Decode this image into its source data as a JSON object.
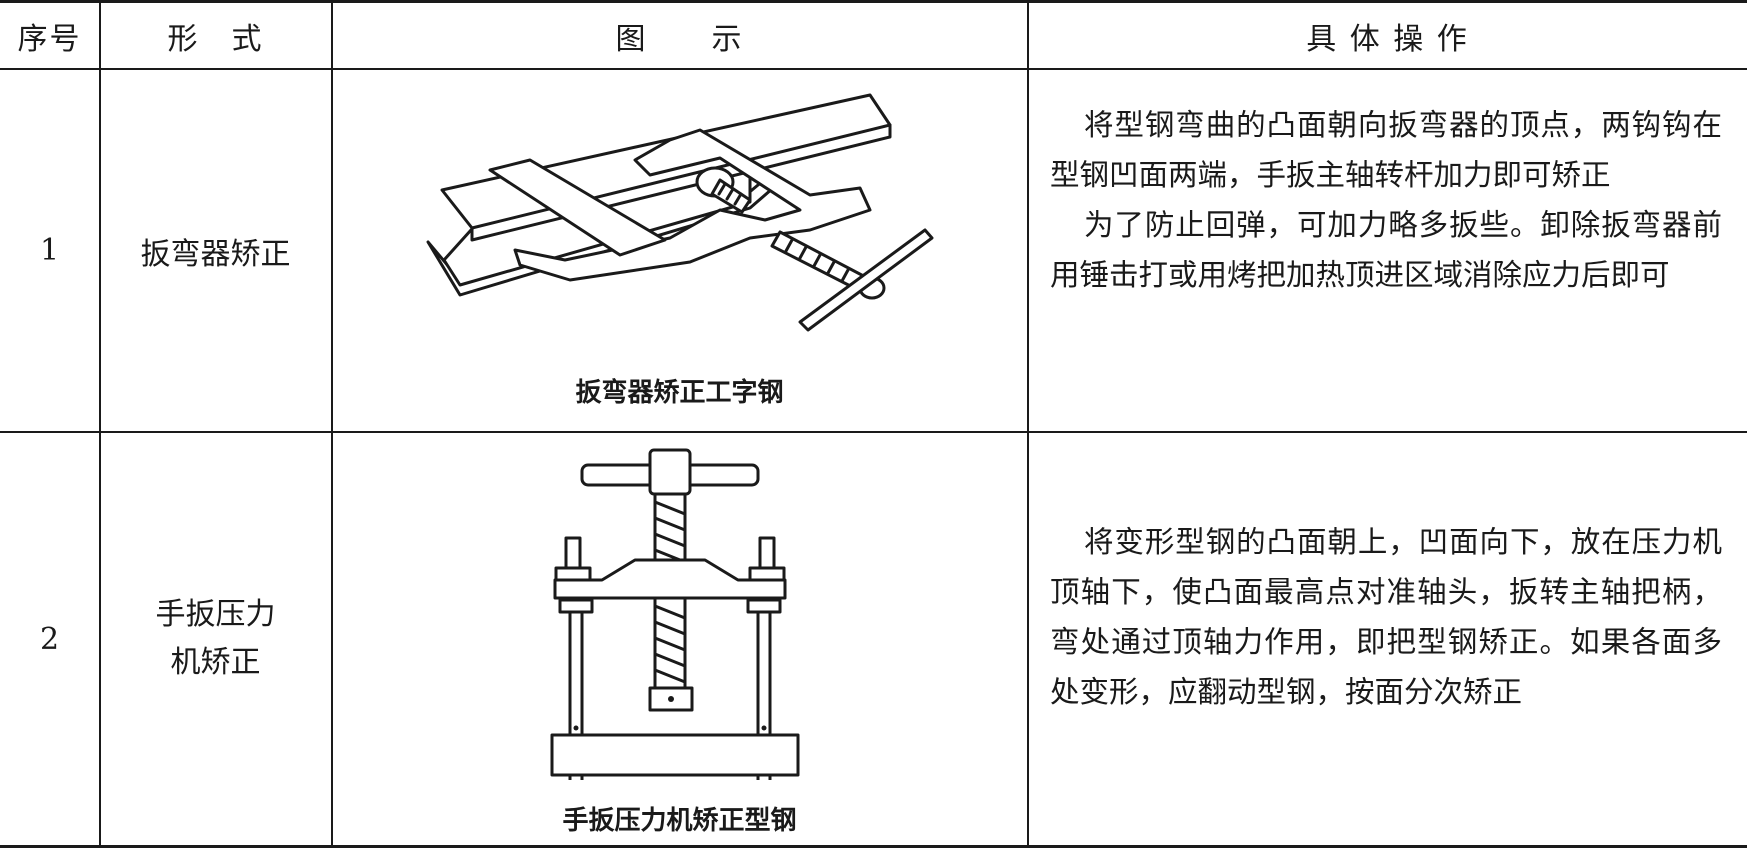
{
  "table": {
    "headers": {
      "index": "序号",
      "form": "形　式",
      "figure": "图　　示",
      "operation": "具 体 操 作"
    },
    "rows": [
      {
        "index": "1",
        "form": "扳弯器矫正",
        "figure_caption": "扳弯器矫正工字钢",
        "figure_icon": "bender-on-i-beam-illustration",
        "operation": [
          "将型钢弯曲的凸面朝向扳弯器的顶点，两钩钩在型钢凹面两端，手扳主轴转杆加力即可矫正",
          "为了防止回弹，可加力略多扳些。卸除扳弯器前用锤击打或用烤把加热顶进区域消除应力后即可"
        ]
      },
      {
        "index": "2",
        "form_line1": "手扳压力",
        "form_line2": "机矫正",
        "figure_caption": "手扳压力机矫正型钢",
        "figure_icon": "hand-screw-press-illustration",
        "operation": [
          "将变形型钢的凸面朝上，凹面向下，放在压力机顶轴下，使凸面最高点对准轴头，扳转主轴把柄，弯处通过顶轴力作用，即把型钢矫正。如果各面多处变形，应翻动型钢，按面分次矫正"
        ]
      }
    ]
  }
}
